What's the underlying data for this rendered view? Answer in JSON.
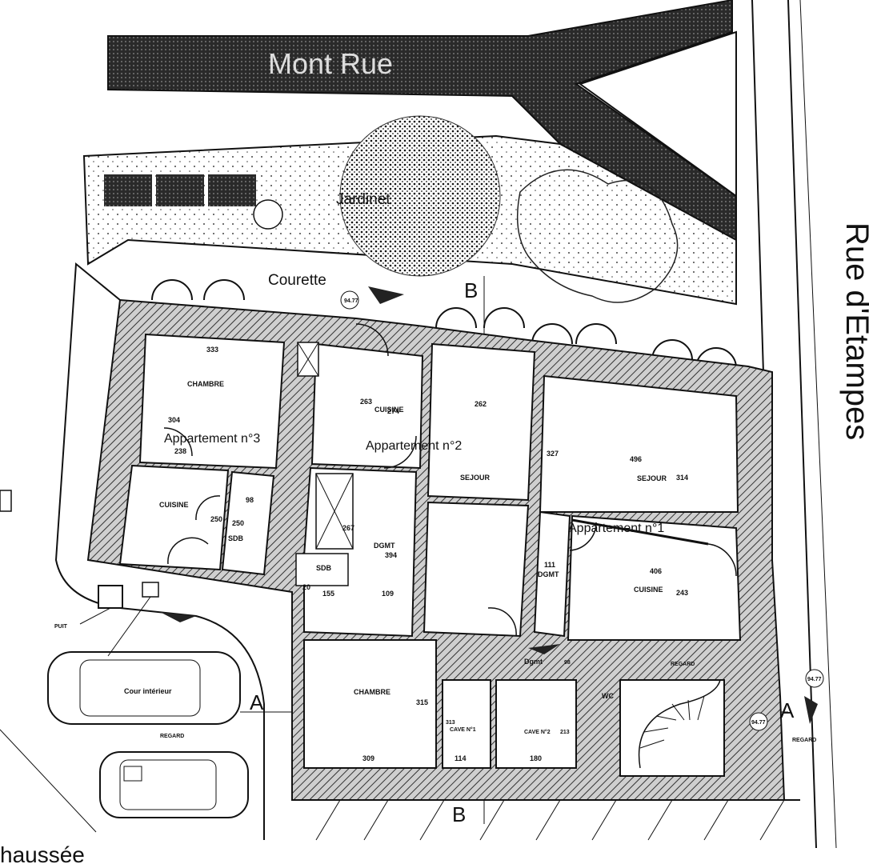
{
  "streets": {
    "top_street": "Mont Rue",
    "right_street": "Rue d'Etampes"
  },
  "exterior": {
    "garden": "Jardinet",
    "courtyard": "Courette",
    "inner_court": "Cour intérieur",
    "caption": "haussée",
    "put_label": "PUIT",
    "regard_label": "REGARD",
    "regard_label_2": "REGARD",
    "regard_label_3": "REGARD"
  },
  "apartments": {
    "apt1": "Appartement n°1",
    "apt2": "Appartement n°2",
    "apt3": "Appartement n°3"
  },
  "rooms": {
    "apt3_chambre": "CHAMBRE",
    "apt3_cuisine": "CUISINE",
    "apt3_sdb": "SDB",
    "apt2_cuisine": "CUISINE",
    "apt2_sejour": "SEJOUR",
    "apt2_dgmt": "DGMT",
    "apt2_sdb": "SDB",
    "apt1_sejour": "SEJOUR",
    "apt1_cuisine": "CUISINE",
    "apt1_dgmt": "DGMT",
    "chambre_bottom": "CHAMBRE",
    "cave1": "CAVE N°1",
    "cave2": "CAVE N°2",
    "dgmt_bottom": "Dgmt",
    "wc": "WC"
  },
  "dimensions": {
    "d333": "333",
    "d304": "304",
    "d238": "238",
    "d98": "98",
    "d250a": "250",
    "d250b": "250",
    "d263": "263",
    "d274": "274",
    "d262": "262",
    "d267": "267",
    "d394": "394",
    "d155": "155",
    "d109": "109",
    "d20": "20",
    "d327": "327",
    "d496": "496",
    "d314": "314",
    "d406": "406",
    "d243": "243",
    "d111": "111",
    "d315": "315",
    "d309": "309",
    "d313": "313",
    "d114": "114",
    "d213": "213",
    "d180": "180",
    "d98b": "98"
  },
  "markers": {
    "levelA": "94.77",
    "levelB": "94.77",
    "levelC": "94.77",
    "section_a_left": "A",
    "section_a_right": "A",
    "section_b_top": "B",
    "section_b_bottom": "B"
  }
}
